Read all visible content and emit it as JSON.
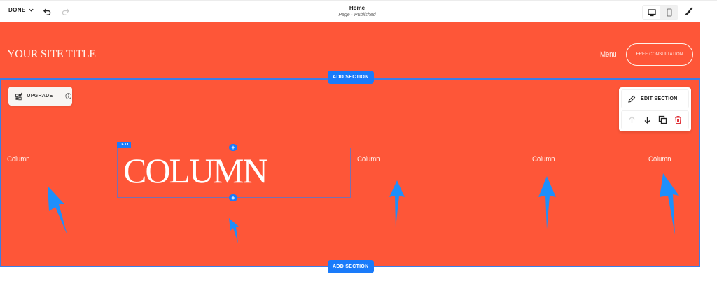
{
  "toolbar": {
    "done_label": "DONE",
    "undo_icon": "undo-icon",
    "redo_icon": "redo-icon",
    "page_title": "Home",
    "page_status": "Page · Published",
    "device_options": [
      "desktop",
      "mobile"
    ],
    "active_device": "mobile",
    "style_icon": "paintbrush-icon"
  },
  "site": {
    "background_color": "#fe5638",
    "title": "YOUR SITE TITLE",
    "nav": {
      "menu_label": "Menu",
      "cta_label": "FREE CONSULTATION"
    }
  },
  "editor": {
    "add_section_label": "ADD SECTION",
    "upgrade_label": "UPGRADE",
    "edit_section_label": "EDIT SECTION",
    "section_actions": [
      "move-up",
      "move-down",
      "duplicate",
      "delete"
    ],
    "text_block_tag": "TEXT",
    "accent_color": "#1a7bfa"
  },
  "section": {
    "columns": [
      {
        "label": "Column"
      },
      {
        "label": "COLUMN"
      },
      {
        "label": "Column"
      },
      {
        "label": "Column"
      },
      {
        "label": "Column"
      }
    ]
  }
}
